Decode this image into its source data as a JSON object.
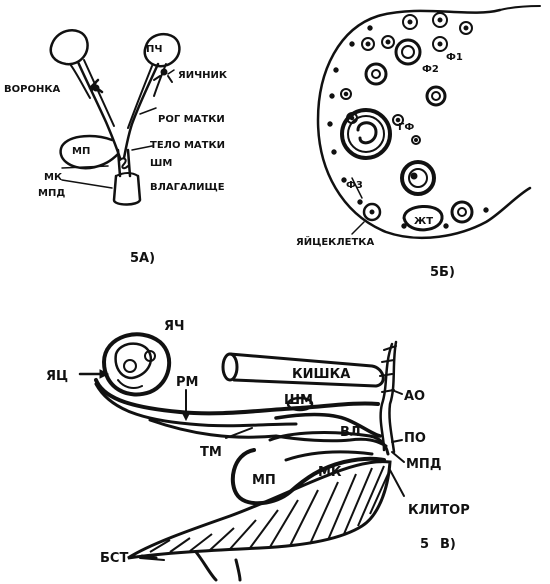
{
  "panels": {
    "a": {
      "caption": "5А)",
      "labels": {
        "pch": "ПЧ",
        "voronka": "ВОРОНКА",
        "yaichnik": "ЯИЧНИК",
        "rog_matki": "РОГ МАТКИ",
        "telo_matki": "ТЕЛО МАТКИ",
        "mp": "МП",
        "shm": "ШМ",
        "mk": "МК",
        "mpd": "МПД",
        "vlagalishche": "ВЛАГАЛИЩЕ"
      }
    },
    "b": {
      "caption": "5Б)",
      "labels": {
        "f1": "Ф1",
        "f2": "Ф2",
        "gf": "ГФ",
        "f3": "Ф3",
        "zht": "ЖТ",
        "yaitsekletka": "ЯЙЦЕКЛЕТКА"
      }
    },
    "c": {
      "caption_num": "5",
      "caption_letter": "В)",
      "labels": {
        "yach": "ЯЧ",
        "yats": "ЯЦ",
        "rm": "РМ",
        "kishka": "КИШКА",
        "ao": "АО",
        "shm": "ШМ",
        "vl": "ВЛ",
        "tm": "ТМ",
        "po": "ПО",
        "mpd": "МПД",
        "mp": "МП",
        "mk": "МК",
        "klitor": "КЛИТОР",
        "bst": "БСТ"
      }
    }
  }
}
